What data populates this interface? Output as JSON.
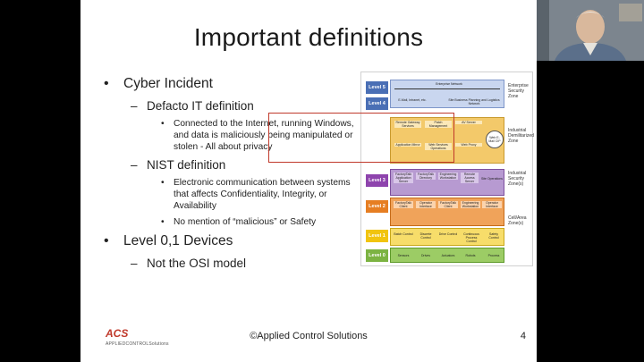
{
  "slide": {
    "title": "Important definitions",
    "bullets": {
      "cyber_incident": "Cyber Incident",
      "defacto_it": "Defacto IT definition",
      "defacto_it_detail": "Connected to the Internet, running Windows, and data is maliciously being manipulated or stolen - All about privacy",
      "nist": "NIST definition",
      "nist_detail_1": "Electronic communication between systems that affects Confidentiality, Integrity, or Availability",
      "nist_detail_2": "No mention of “malicious” or Safety",
      "level01": "Level 0,1 Devices",
      "level01_detail": "Not the OSI model"
    },
    "footer": "©Applied Control Solutions",
    "page_number": "4",
    "logo": {
      "mark": "ACS",
      "subtitle": "APPLIEDCONTROLSolutions"
    }
  },
  "figure": {
    "levels": [
      {
        "label": "Level 5",
        "color": "#4a6fb5"
      },
      {
        "label": "Level 4",
        "color": "#4a6fb5"
      },
      {
        "label": "Level 3",
        "color": "#8e44ad"
      },
      {
        "label": "Level 2",
        "color": "#e67e22"
      },
      {
        "label": "Level 1",
        "color": "#f1c40f"
      },
      {
        "label": "Level 0",
        "color": "#7cb342"
      }
    ],
    "zones": {
      "enterprise": "Enterprise Security Zone",
      "dmz": "Industrial Demilitarized Zone",
      "industrial": "Industrial Security Zone(s)",
      "cell": "Cell/Area Zone(s)"
    },
    "blocks": {
      "enterprise_network": "Enterprise Network",
      "email": "E-Mail, Intranet, etc.",
      "site_business": "Site Business Planning and Logistics Network",
      "remote_gateway": "Remote Gateway Services",
      "patch_mgmt": "Patch Management",
      "av_server": "AV Server",
      "app_mirror": "Application Mirror",
      "web_services": "Web Services Operations",
      "web_proxy": "Web Proxy",
      "web_ops": "Web E-Mail CIP",
      "factory_talk": "FactoryTalk Application Server",
      "factory_direct": "FactoryTalk Directory",
      "eng_workstation": "Engineering Workstation",
      "domain_ctrl": "Remote Access Server",
      "site_ops": "Site Operations",
      "ft_client": "FactoryTalk Client",
      "operator": "Operator Interface",
      "ft_client2": "FactoryTalk Client",
      "eng_ws2": "Engineering Workstation",
      "operator2": "Operator Interface",
      "batch": "Batch Control",
      "discrete": "Discrete Control",
      "drive": "Drive Control",
      "continuous": "Continuous Process Control",
      "safety": "Safety Control",
      "sensors": "Sensors",
      "drives": "Drives",
      "actuators": "Actuators",
      "robots": "Robots",
      "process": "Process"
    }
  }
}
